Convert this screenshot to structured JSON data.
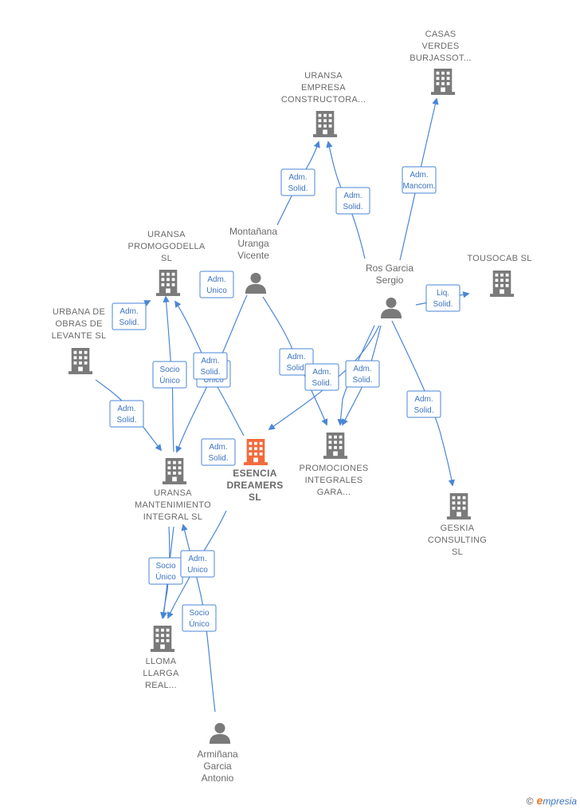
{
  "colors": {
    "edge": "#4a86d6",
    "company": "#7a7a7a",
    "focus": "#f26a3b",
    "person": "#7a7a7a",
    "label": "#6a6a6a"
  },
  "nodes": [
    {
      "id": "casas",
      "type": "company",
      "lines": [
        "CASAS",
        "VERDES",
        "BURJASSOT..."
      ]
    },
    {
      "id": "uransa_emp",
      "type": "company",
      "lines": [
        "URANSA",
        "EMPRESA",
        "CONSTRUCTORA..."
      ]
    },
    {
      "id": "montanana",
      "type": "person",
      "lines": [
        "Montañana",
        "Uranga",
        "Vicente"
      ]
    },
    {
      "id": "ros",
      "type": "person",
      "lines": [
        "Ros Garcia",
        "Sergio"
      ]
    },
    {
      "id": "tousocab",
      "type": "company",
      "lines": [
        "TOUSOCAB SL"
      ]
    },
    {
      "id": "promogodella",
      "type": "company",
      "lines": [
        "URANSA",
        "PROMOGODELLA",
        "SL"
      ]
    },
    {
      "id": "urbana",
      "type": "company",
      "lines": [
        "URBANA DE",
        "OBRAS DE",
        "LEVANTE  SL"
      ]
    },
    {
      "id": "esencia",
      "type": "focus",
      "lines": [
        "ESENCIA",
        "DREAMERS",
        "SL"
      ]
    },
    {
      "id": "promociones",
      "type": "company",
      "lines": [
        "PROMOCIONES",
        "INTEGRALES",
        "GARA..."
      ]
    },
    {
      "id": "mantenimiento",
      "type": "company",
      "lines": [
        "URANSA",
        "MANTENIMIENTO",
        "INTEGRAL SL"
      ]
    },
    {
      "id": "geskia",
      "type": "company",
      "lines": [
        "GESKIA",
        "CONSULTING",
        "SL"
      ]
    },
    {
      "id": "lloma",
      "type": "company",
      "lines": [
        "LLOMA",
        "LLARGA",
        "REAL..."
      ]
    },
    {
      "id": "arminana",
      "type": "person",
      "lines": [
        "Armiñana",
        "Garcia",
        "Antonio"
      ]
    }
  ],
  "edge_labels": [
    {
      "id": "e1",
      "lines": [
        "Adm.",
        "Mancom."
      ]
    },
    {
      "id": "e2",
      "lines": [
        "Adm.",
        "Solid."
      ]
    },
    {
      "id": "e3",
      "lines": [
        "Adm.",
        "Solid."
      ]
    },
    {
      "id": "e4",
      "lines": [
        "Liq.",
        "Solid."
      ]
    },
    {
      "id": "e5",
      "lines": [
        "Adm.",
        "Solid."
      ]
    },
    {
      "id": "e6",
      "lines": [
        "Adm.",
        "Solid."
      ]
    },
    {
      "id": "e7",
      "lines": [
        "Adm.",
        "Solid."
      ]
    },
    {
      "id": "e8",
      "lines": [
        "Adm.",
        "Unico"
      ]
    },
    {
      "id": "e9",
      "lines": [
        "Adm.",
        "Solid."
      ]
    },
    {
      "id": "e10",
      "lines": [
        "Adm.",
        "Solid."
      ]
    },
    {
      "id": "e11",
      "lines": [
        "Adm.",
        "Unico"
      ]
    },
    {
      "id": "e12",
      "lines": [
        "Adm.",
        "Solid."
      ]
    },
    {
      "id": "e13",
      "lines": [
        "Socio",
        "Único"
      ]
    },
    {
      "id": "e14",
      "lines": [
        "Adm.",
        "Solid."
      ]
    },
    {
      "id": "e15",
      "lines": [
        "Adm.",
        "Solid."
      ]
    },
    {
      "id": "e16",
      "lines": [
        "Socio",
        "Único"
      ]
    },
    {
      "id": "e17",
      "lines": [
        "Adm.",
        "Unico"
      ]
    },
    {
      "id": "e18",
      "lines": [
        "Socio",
        "Único"
      ]
    }
  ],
  "brand": {
    "copyright": "©",
    "e": "e",
    "rest": "mpresia"
  }
}
